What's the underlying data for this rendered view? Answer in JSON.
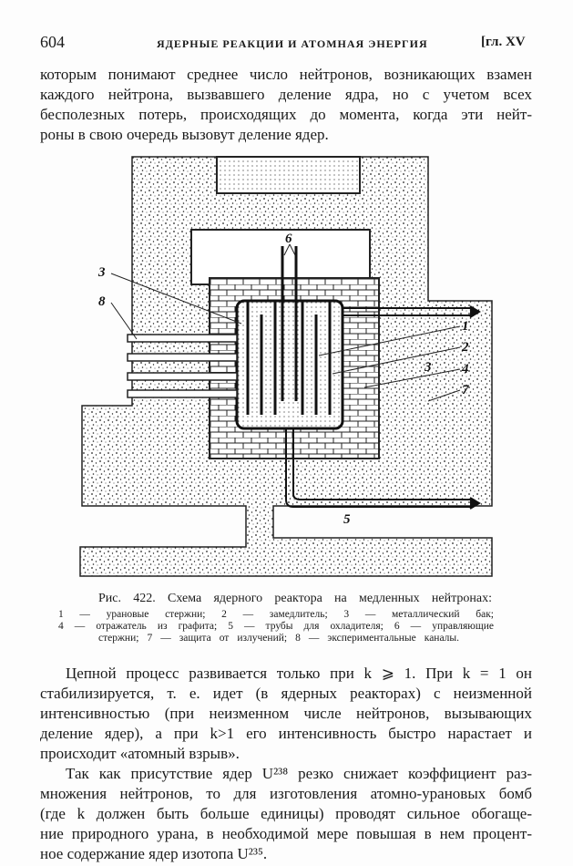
{
  "header": {
    "page_number": "604",
    "running_head": "ЯДЕРНЫЕ РЕАКЦИИ И АТОМНАЯ ЭНЕРГИЯ",
    "chapter": "[гл. XV"
  },
  "top_paragraph": [
    "которым понимают среднее число нейтронов, возникающих взамен",
    "каждого нейтрона, вызвавшего деление ядра, но с учетом всех",
    "бесполезных потерь, происходящих до момента, когда эти нейт-",
    "роны в свою очередь вызовут деление ядер."
  ],
  "figure": {
    "labels": {
      "l1": "1",
      "l2": "2",
      "l3a": "3",
      "l3b": "3",
      "l4": "4",
      "l5": "5",
      "l6": "6",
      "l7": "7",
      "l8": "8"
    },
    "caption_title": "Рис. 422. Схема ядерного реактора на медленных нейтронах:",
    "caption_lines": [
      "1 — урановые стержни; 2 — замедлитель; 3 — металлический бак;",
      "4 — отражатель из графита; 5 — трубы для охладителя; 6 — управляющие",
      "стержни; 7 — защита от излучений; 8 — экспериментальные каналы."
    ]
  },
  "body_paragraphs": [
    "Цепной процесс развивается только при k ⩾ 1. При k = 1 он",
    "стабилизируется, т. е. идет (в ядерных реакторах) с неизменной",
    "интенсивностью (при неизменном числе нейтронов, вызывающих",
    "деление ядер), а при k>1 его интенсивность быстро нарастает и",
    "происходит «атомный взрыв».",
    "Так как присутствие ядер U²³⁸ резко снижает коэффициент раз-",
    "множения нейтронов, то для изготовления атомно-урановых бомб",
    "(где k должен быть больше единицы) проводят сильное обогаще-",
    "ние природного урана, в необходимой мере повышая в нем процент-",
    "ное содержание ядер изотопа U²³⁵."
  ]
}
